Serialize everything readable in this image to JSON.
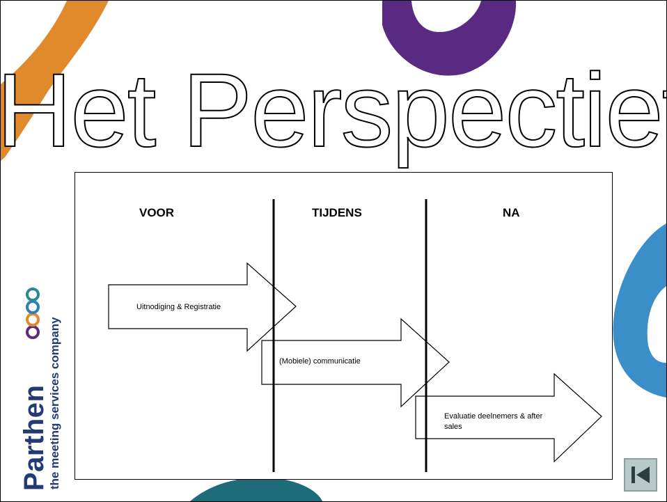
{
  "slide": {
    "title": "Het Perspectief"
  },
  "phases": [
    "VOOR",
    "TIJDENS",
    "NA"
  ],
  "arrows": [
    {
      "label": "Uitnodiging & Registratie"
    },
    {
      "label": "(Mobiele) communicatie"
    },
    {
      "label_lines": [
        "Evaluatie deelnemers & after",
        "sales"
      ]
    }
  ],
  "logo": {
    "brand": "Parthen",
    "tagline": "the meeting services company",
    "swirl_colors": [
      "#5a2a83",
      "#e08a2c",
      "#2e7fb7",
      "#2a8a8a"
    ]
  },
  "colors": {
    "orange": "#e08a2c",
    "purple": "#5a2a83",
    "blue": "#3b8fc9",
    "teal": "#1e6b7a"
  },
  "nav": {
    "back_icon": "first-slide-icon"
  }
}
